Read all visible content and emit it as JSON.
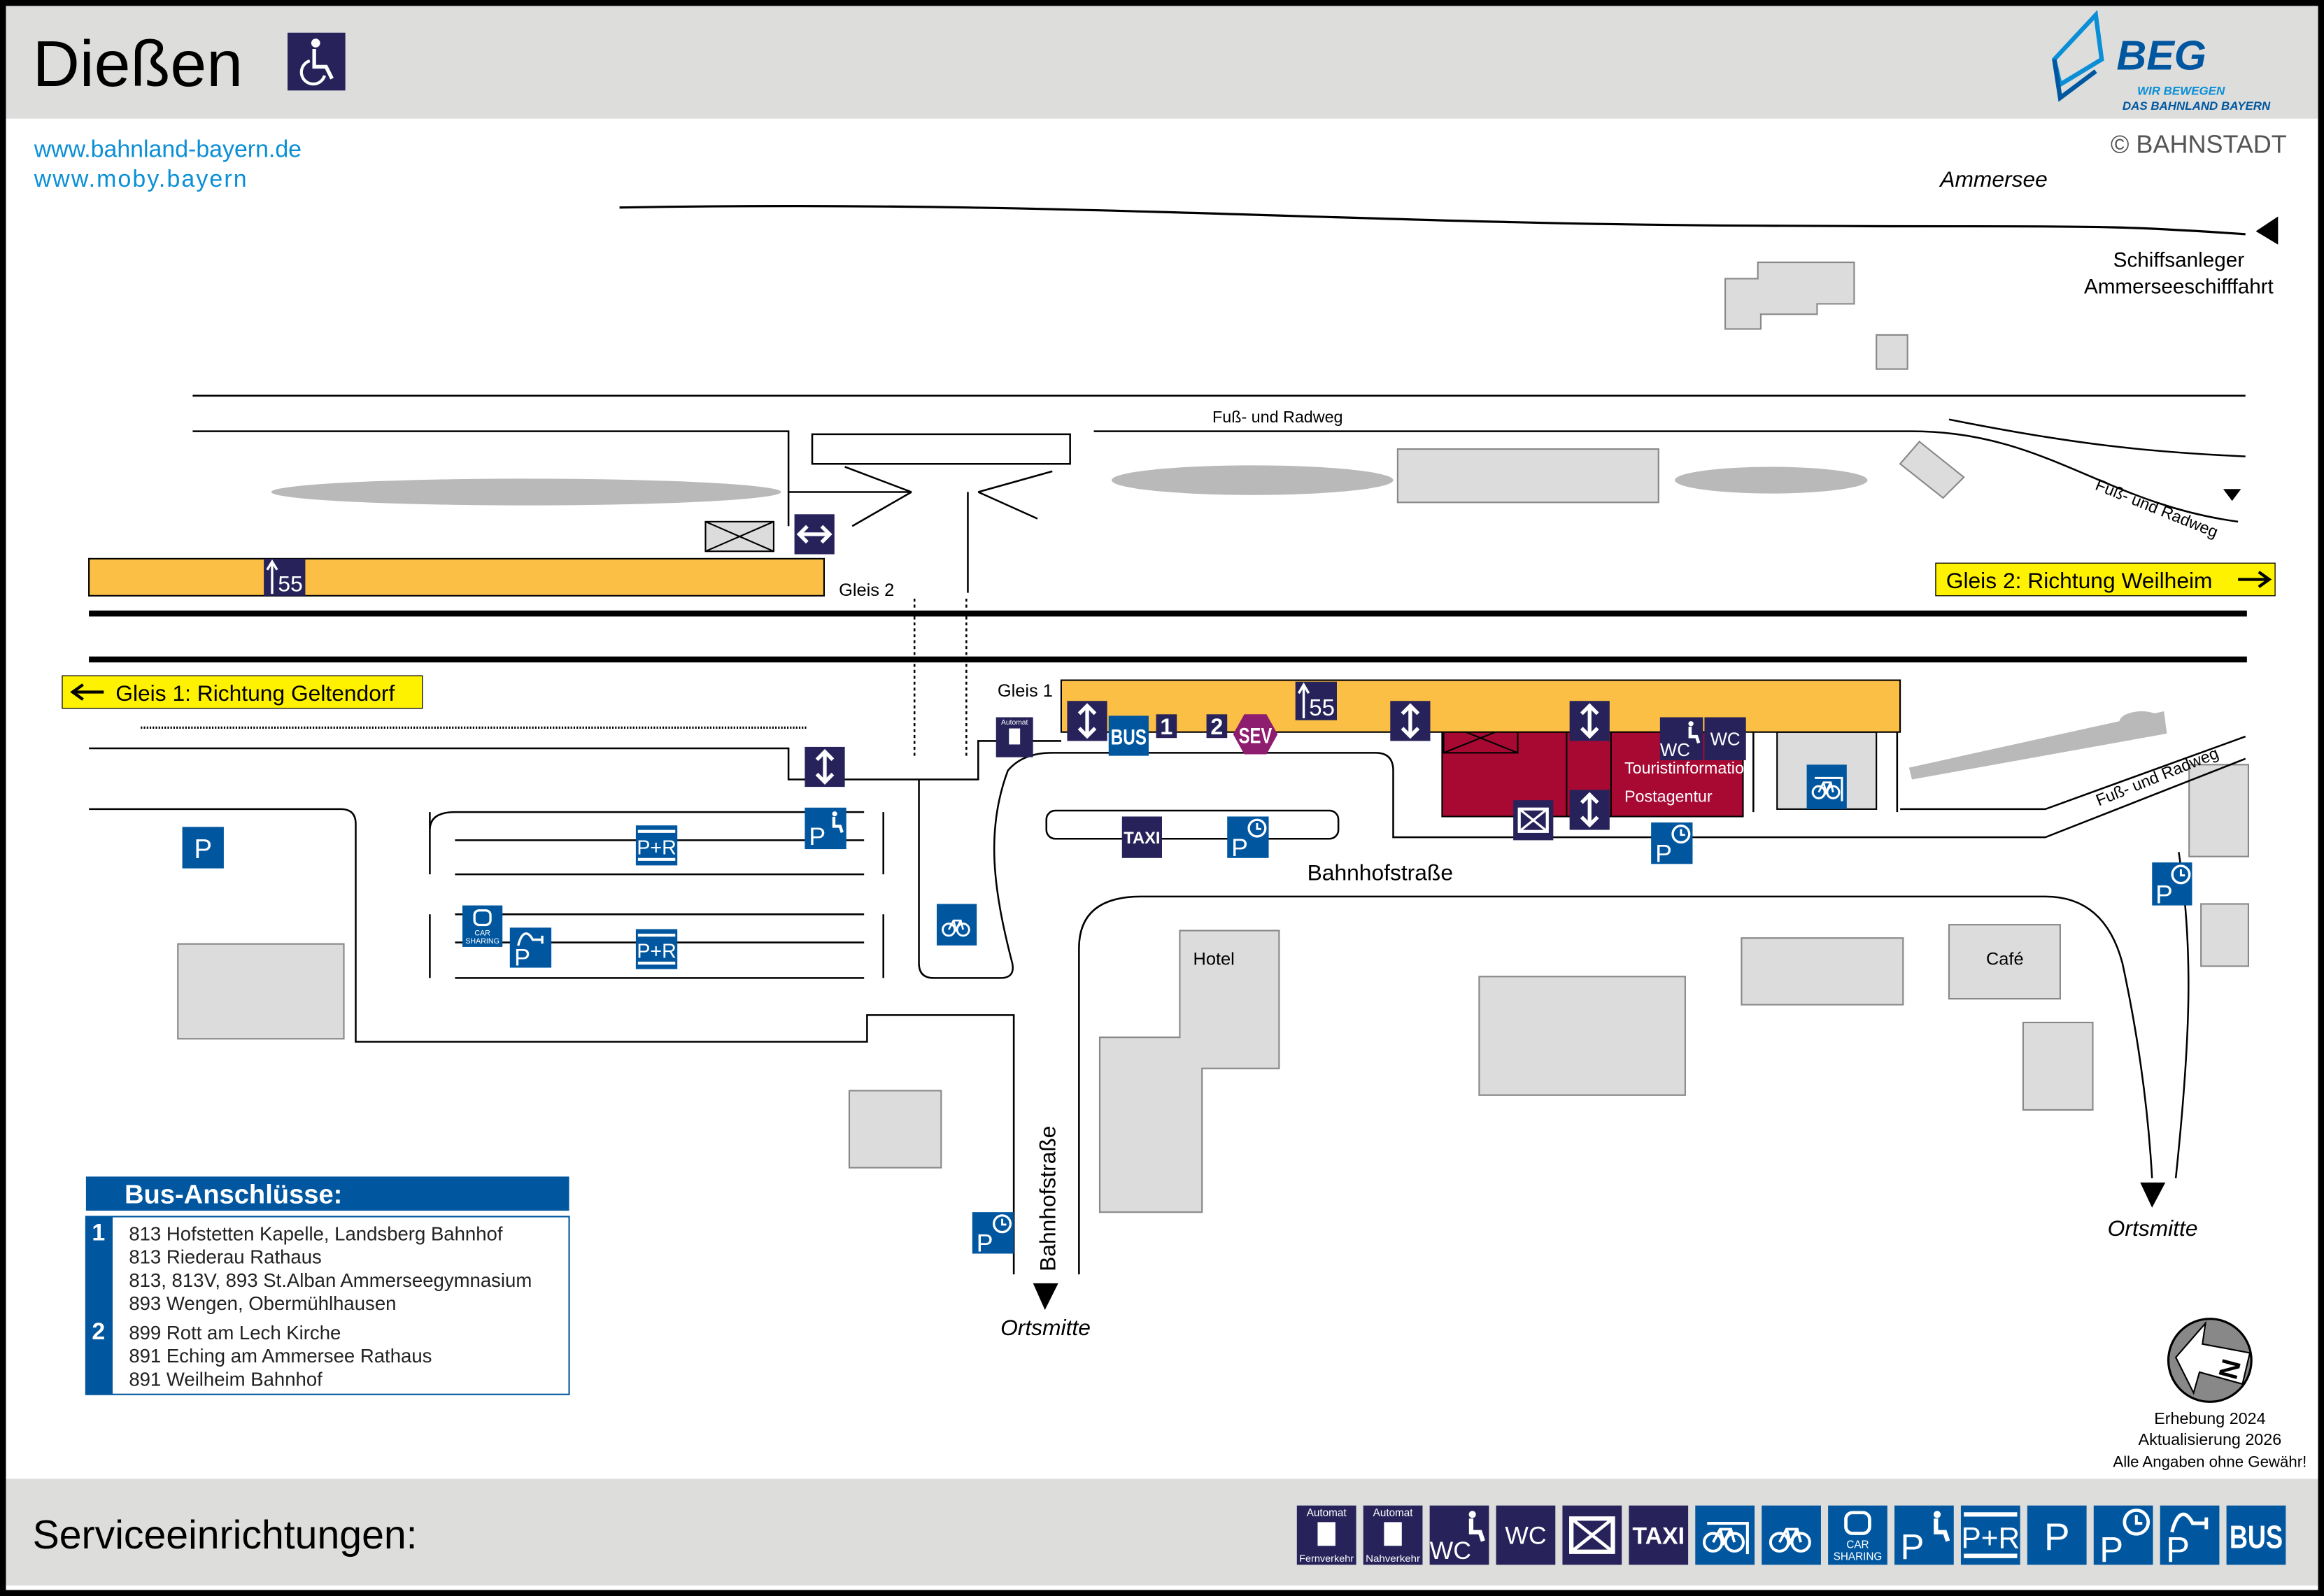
{
  "header": {
    "title": "Dießen",
    "logo_text": "BEG",
    "logo_sub1": "WIR BEWEGEN",
    "logo_sub2": "DAS BAHNLAND BAYERN",
    "copyright": "© BAHNSTADT"
  },
  "links": [
    "www.bahnland-bayern.de",
    "www.moby.bayern"
  ],
  "map": {
    "lake": "Ammersee",
    "pier_line1": "Schiffsanleger",
    "pier_line2": "Ammerseeschifffahrt",
    "path_top": "Fuß- und Radweg",
    "path_right_top": "Fuß- und Radweg",
    "path_right_bottom": "Fuß- und Radweg",
    "gleis2": "Gleis 2",
    "gleis1": "Gleis 1",
    "dir_gleis2": "Gleis 2: Richtung Weilheim",
    "dir_gleis1": "Gleis 1: Richtung Geltendorf",
    "street_main": "Bahnhofstraße",
    "street_side": "Bahnhofstraße",
    "hotel": "Hotel",
    "cafe": "Café",
    "tourist_info": "Touristinformation",
    "post": "Postagentur",
    "ortsmitte_left": "Ortsmitte",
    "ortsmitte_right": "Ortsmitte",
    "platform_height": "55",
    "bus_stop_1": "1",
    "bus_stop_2": "2"
  },
  "bus": {
    "title": "Bus-Anschlüsse:",
    "stops": [
      {
        "number": "1",
        "lines": [
          "813 Hofstetten Kapelle, Landsberg Bahnhof",
          "813 Riederau Rathaus",
          "813, 813V, 893 St.Alban Ammerseegymnasium",
          "893 Wengen, Obermühlhausen"
        ]
      },
      {
        "number": "2",
        "lines": [
          "899 Rott am Lech Kirche",
          "891 Eching am Ammersee Rathaus",
          "891 Weilheim Bahnhof"
        ]
      }
    ]
  },
  "notes": {
    "survey": "Erhebung 2024",
    "update": "Aktualisierung 2026",
    "disclaimer": "Alle Angaben ohne Gewähr!",
    "north": "N"
  },
  "footer": {
    "title": "Serviceeinrichtungen:",
    "legend": [
      "ticket-far",
      "ticket-local",
      "wc-accessible",
      "wc",
      "mail",
      "taxi",
      "bike-shelter",
      "bike",
      "car-sharing",
      "p-disabled",
      "p-r",
      "p",
      "p-short",
      "p-ev",
      "bus"
    ]
  },
  "icons": {
    "ticket-far": {
      "label": "Automat",
      "sub": "Fernverkehr",
      "color": "#27235a"
    },
    "ticket-local": {
      "label": "Automat",
      "sub": "Nahverkehr",
      "color": "#27235a"
    },
    "ticket": {
      "label": "Automat",
      "color": "#27235a"
    },
    "wc-accessible": {
      "label": "WC",
      "color": "#27235a"
    },
    "wc": {
      "label": "WC",
      "color": "#27235a"
    },
    "mail": {
      "label": "",
      "color": "#27235a"
    },
    "taxi": {
      "label": "TAXI",
      "color": "#27235a"
    },
    "elevator": {
      "label": "",
      "color": "#27235a"
    },
    "passage": {
      "label": "",
      "color": "#27235a"
    },
    "bike-shelter": {
      "label": "",
      "color": "#0057a0"
    },
    "bike": {
      "label": "",
      "color": "#0057a0"
    },
    "car-sharing": {
      "label": "CAR",
      "sub": "SHARING",
      "color": "#0057a0"
    },
    "p-disabled": {
      "label": "P",
      "color": "#0057a0"
    },
    "p-r": {
      "label": "P+R",
      "color": "#0057a0"
    },
    "p": {
      "label": "P",
      "color": "#0057a0"
    },
    "p-short": {
      "label": "P",
      "color": "#0057a0"
    },
    "p-ev": {
      "label": "P",
      "color": "#0057a0"
    },
    "bus": {
      "label": "BUS",
      "color": "#0057a0"
    },
    "sev": {
      "label": "SEV",
      "color": "#8e1c6f"
    }
  },
  "colors": {
    "header_bg": "#dddddc",
    "platform": "#fbbf45",
    "station_building": "#a80933",
    "navy": "#27235a",
    "blue": "#0057a0",
    "direction_label": "#fff200",
    "link": "#0a8fd6",
    "building": "#dcdcdc"
  }
}
